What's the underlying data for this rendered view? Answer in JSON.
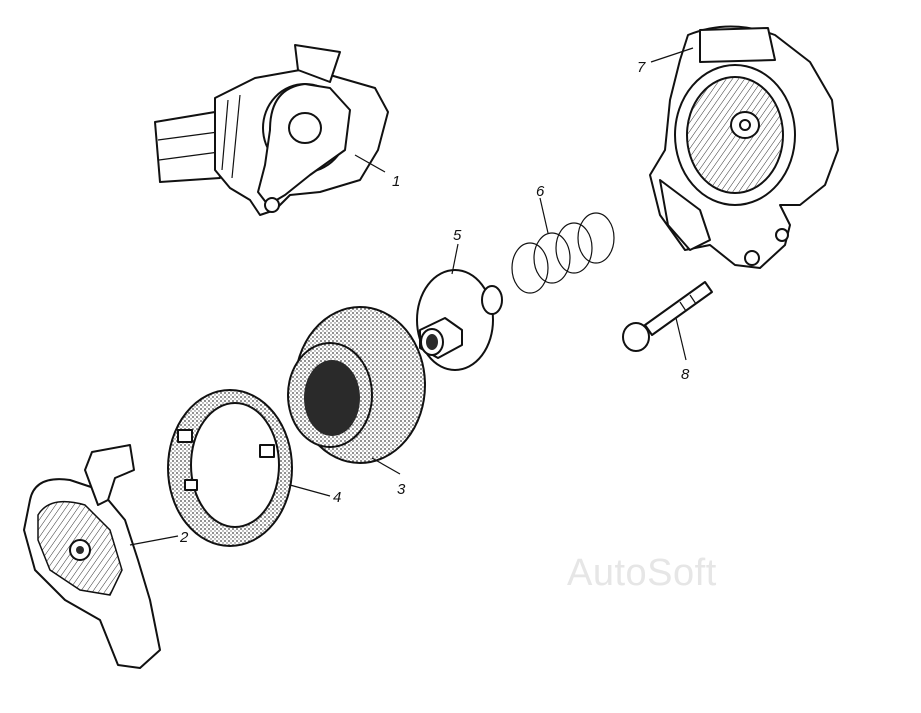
{
  "callouts": [
    {
      "id": "1",
      "label": "1"
    },
    {
      "id": "2",
      "label": "2"
    },
    {
      "id": "3",
      "label": "3"
    },
    {
      "id": "4",
      "label": "4"
    },
    {
      "id": "5",
      "label": "5"
    },
    {
      "id": "6",
      "label": "6"
    },
    {
      "id": "7",
      "label": "7"
    },
    {
      "id": "8",
      "label": "8"
    }
  ],
  "watermark": "AutoSoft",
  "colors": {
    "ink": "#111111",
    "background": "#ffffff",
    "watermark": "#e6e6e6"
  }
}
